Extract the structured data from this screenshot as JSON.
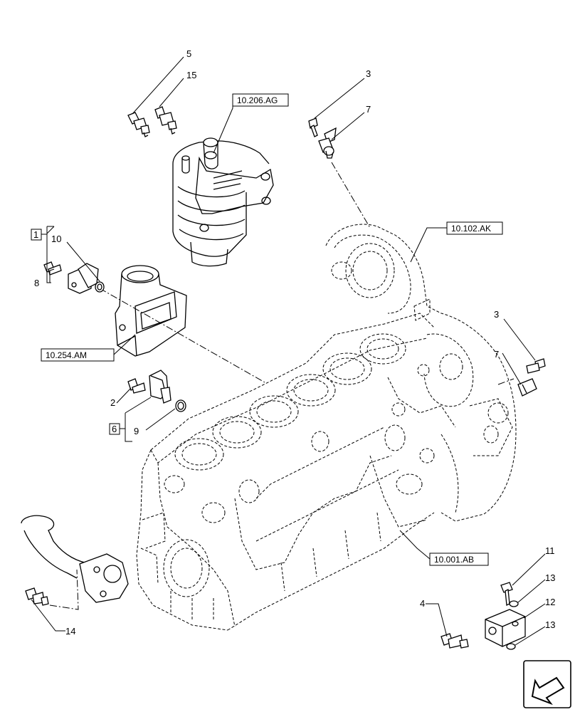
{
  "callouts": {
    "c5": "5",
    "c15": "15",
    "c3a": "3",
    "c7a": "7",
    "c10": "10",
    "c8": "8",
    "c1": "1",
    "c3b": "3",
    "c7b": "7",
    "c2": "2",
    "c6": "6",
    "c9": "9",
    "c11": "11",
    "c13a": "13",
    "c12": "12",
    "c13b": "13",
    "c4": "4",
    "c14": "14"
  },
  "references": {
    "r_filter": "10.206.AG",
    "r_timing": "10.102.AK",
    "r_elbow": "10.254.AM",
    "r_block": "10.001.AB"
  },
  "navigation": {
    "icon": "arrow-icon"
  }
}
